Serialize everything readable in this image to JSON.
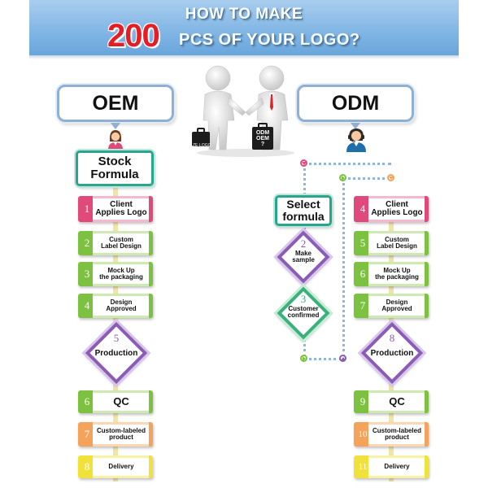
{
  "header": {
    "line1": "HOW TO MAKE",
    "number": "200",
    "line2": "PCS OF YOUR LOGO?"
  },
  "figure": {
    "briefcase_left_label": "ZE·LOGO",
    "briefcase_right_label": "ODM\nOEM\n?"
  },
  "oem": {
    "title": "OEM",
    "start": "Stock\nFormula",
    "steps": [
      {
        "num": "1",
        "label": "Client\nApplies Logo",
        "color": "#e04a7b"
      },
      {
        "num": "2",
        "label": "Custom\nLabel Design",
        "color": "#7cc13f"
      },
      {
        "num": "3",
        "label": "Mock Up\nthe packaging",
        "color": "#7cc13f"
      },
      {
        "num": "4",
        "label": "Design\nApproved",
        "color": "#7cc13f"
      }
    ],
    "production": {
      "num": "5",
      "label": "Production"
    },
    "after": [
      {
        "num": "6",
        "label": "QC",
        "color": "#7cc13f"
      },
      {
        "num": "7",
        "label": "Custom-labeled\nproduct",
        "color": "#f5a25a"
      },
      {
        "num": "8",
        "label": "Delivery",
        "color": "#f0e23a"
      }
    ]
  },
  "odm": {
    "title": "ODM",
    "start": "Select\nformula",
    "make_sample": {
      "num": "2",
      "label": "Make\nsample"
    },
    "customer_confirmed": {
      "num": "3",
      "label": "Customer\nconfirmed"
    },
    "steps": [
      {
        "num": "4",
        "label": "Client\nApplies Logo",
        "color": "#e04a7b"
      },
      {
        "num": "5",
        "label": "Custom\nLabel Design",
        "color": "#7cc13f"
      },
      {
        "num": "6",
        "label": "Mock Up\nthe packaging",
        "color": "#7cc13f"
      },
      {
        "num": "7",
        "label": "Design\nApproved",
        "color": "#7cc13f"
      }
    ],
    "production": {
      "num": "8",
      "label": "Production"
    },
    "after": [
      {
        "num": "9",
        "label": "QC",
        "color": "#7cc13f"
      },
      {
        "num": "10",
        "label": "Custom-labeled\nproduct",
        "color": "#f5a25a"
      },
      {
        "num": "11",
        "label": "Delivery",
        "color": "#f0e23a"
      }
    ]
  }
}
